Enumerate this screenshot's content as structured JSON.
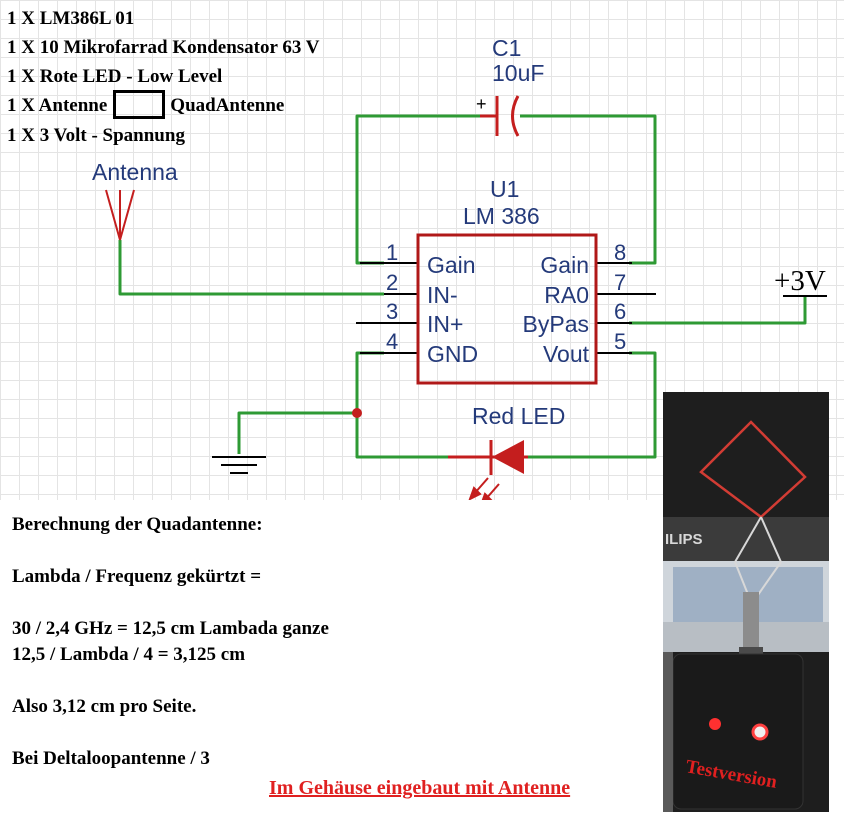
{
  "parts_list": [
    "1 X LM386L 01",
    "1 X 10 Mikrofarrad  Kondensator 63 V",
    "1 X Rote LED - Low Level",
    "1 X Antenne",
    "1 X 3 Volt - Spannung"
  ],
  "parts_list_suffix": "QuadAntenne",
  "schematic": {
    "antenna_label": "Antenna",
    "capacitor": {
      "ref": "C1",
      "value": "10uF",
      "polarity": "+"
    },
    "ic": {
      "ref": "U1",
      "name": "LM 386",
      "left_pins": [
        {
          "num": "1",
          "name": "Gain"
        },
        {
          "num": "2",
          "name": "IN-"
        },
        {
          "num": "3",
          "name": "IN+"
        },
        {
          "num": "4",
          "name": "GND"
        }
      ],
      "right_pins": [
        {
          "num": "8",
          "name": "Gain"
        },
        {
          "num": "7",
          "name": "RA0"
        },
        {
          "num": "6",
          "name": "ByPas"
        },
        {
          "num": "5",
          "name": "Vout"
        }
      ]
    },
    "supply_label": "+3V",
    "led_label": "Red LED",
    "colors": {
      "wire": "#2e9a34",
      "component": "#c41e1e",
      "ic_border": "#b01818",
      "text": "#243a7a"
    }
  },
  "calculation": [
    "Berechnung der Quadantenne:",
    "",
    "Lambda / Frequenz gekürtzt =",
    "",
    "30 / 2,4 GHz = 12,5 cm Lambada ganze",
    "12,5 / Lambda / 4 = 3,125 cm",
    "",
    "Also 3,12 cm pro Seite.",
    "",
    "Bei Deltaloopantenne / 3"
  ],
  "caption": "Im Gehäuse eingebaut mit Antenne",
  "photo": {
    "monitor_brand": "ILIPS",
    "overlay_text": "Testversion"
  }
}
